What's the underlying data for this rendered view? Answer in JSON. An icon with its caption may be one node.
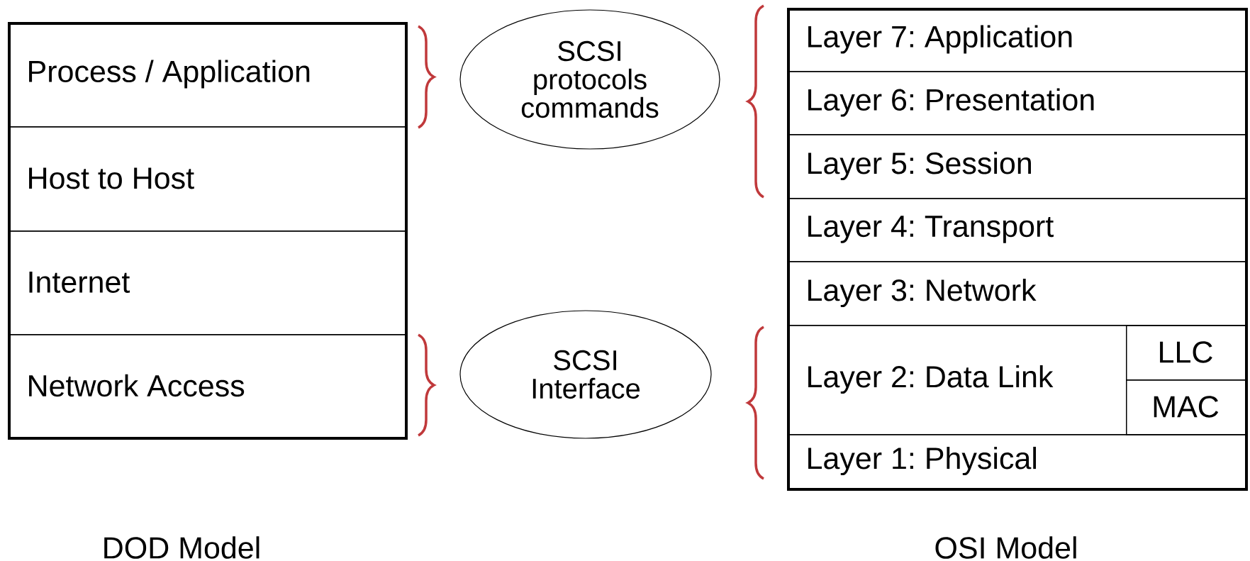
{
  "diagram": {
    "nodes": [
      {
        "text": [
          "DOD Model"
        ]
      },
      {
        "text": [
          "Process / Application"
        ],
        "in": 0
      },
      {
        "text": [
          "Host to Host"
        ],
        "in": 0
      },
      {
        "text": [
          "Internet"
        ],
        "in": 0
      },
      {
        "text": [
          "Network Access"
        ],
        "in": 0
      },
      {
        "text": [
          "SCSI protocols commands"
        ]
      },
      {
        "text": [
          "SCSI Interface"
        ]
      },
      {
        "text": [
          "OSI Model"
        ]
      },
      {
        "text": [
          "Layer 7: Application"
        ],
        "in": 7
      },
      {
        "text": [
          "Layer 6: Presentation"
        ],
        "in": 7
      },
      {
        "text": [
          "Layer 5: Session"
        ],
        "in": 7
      },
      {
        "text": [
          "Layer 4: Transport"
        ],
        "in": 7
      },
      {
        "text": [
          "Layer 3: Network"
        ],
        "in": 7
      },
      {
        "text": [
          "Layer 2: Data Link"
        ],
        "in": 7
      },
      {
        "text": [
          "LLC"
        ],
        "in": 13
      },
      {
        "text": [
          "MAC"
        ],
        "in": 13
      },
      {
        "text": [
          "Layer 1: Physical"
        ],
        "in": 7
      }
    ]
  }
}
